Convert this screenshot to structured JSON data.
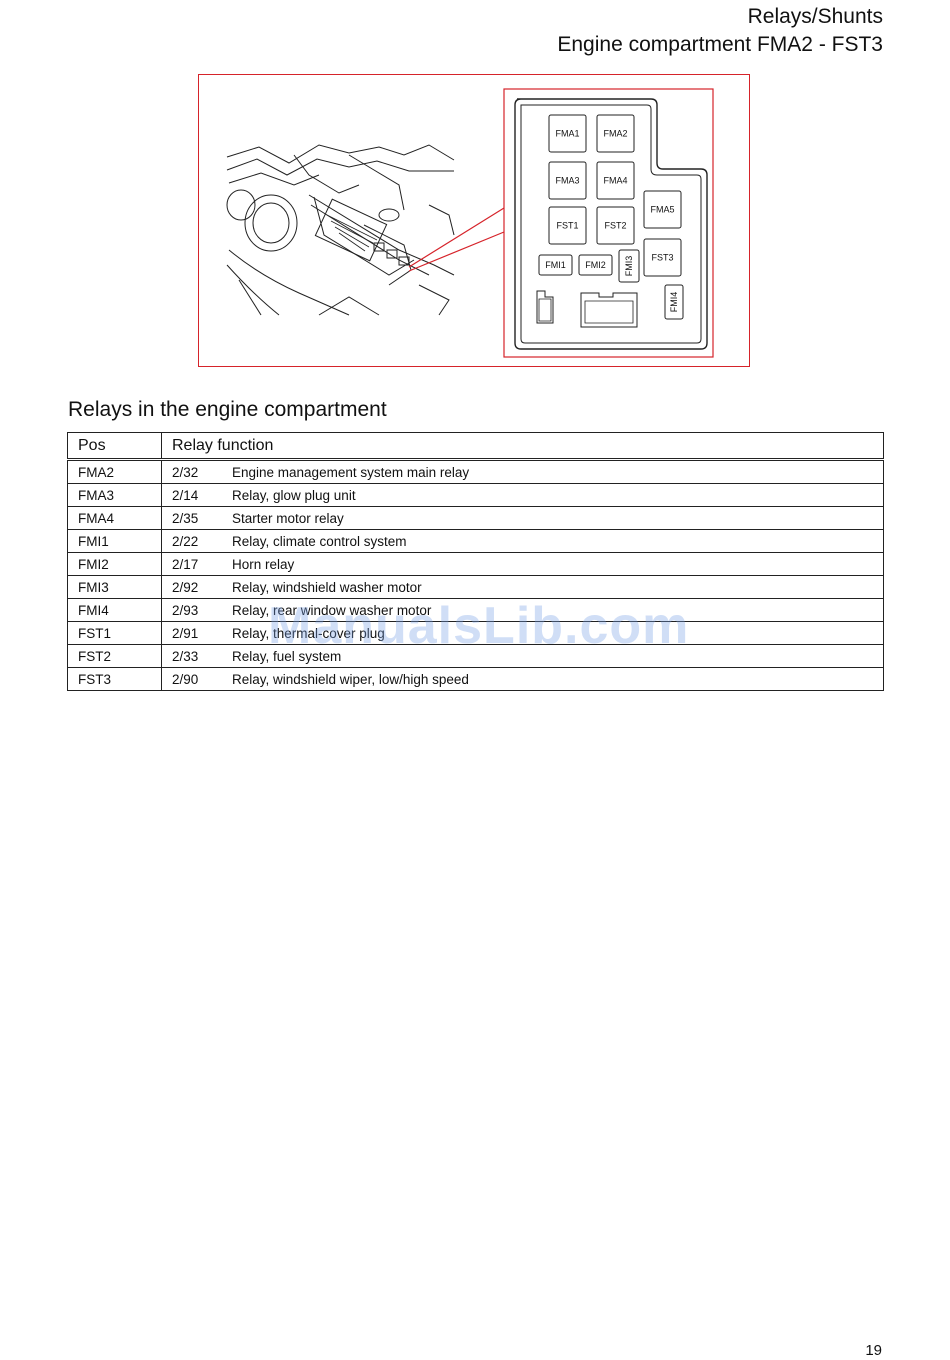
{
  "header": {
    "line1": "Relays/Shunts",
    "line2": "Engine compartment FMA2 - FST3"
  },
  "figure": {
    "slots": [
      "FMA1",
      "FMA2",
      "FMA3",
      "FMA4",
      "FST1",
      "FST2",
      "FMA5",
      "FMI1",
      "FMI2",
      "FMI3",
      "FST3",
      "FMI4"
    ],
    "accent_color": "#d6232a"
  },
  "section_title": "Relays in the engine compartment",
  "table": {
    "headers": [
      "Pos",
      "Relay function"
    ],
    "rows": [
      {
        "pos": "FMA2",
        "code": "2/32",
        "func": "Engine management system main relay"
      },
      {
        "pos": "FMA3",
        "code": "2/14",
        "func": "Relay, glow plug unit"
      },
      {
        "pos": "FMA4",
        "code": "2/35",
        "func": "Starter motor relay"
      },
      {
        "pos": "FMI1",
        "code": "2/22",
        "func": "Relay, climate control system"
      },
      {
        "pos": "FMI2",
        "code": "2/17",
        "func": "Horn relay"
      },
      {
        "pos": "FMI3",
        "code": "2/92",
        "func": "Relay, windshield washer motor"
      },
      {
        "pos": "FMI4",
        "code": "2/93",
        "func": "Relay, rear window washer motor"
      },
      {
        "pos": "FST1",
        "code": "2/91",
        "func": "Relay, thermal-cover plug"
      },
      {
        "pos": "FST2",
        "code": "2/33",
        "func": "Relay, fuel system"
      },
      {
        "pos": "FST3",
        "code": "2/90",
        "func": "Relay, windshield wiper, low/high speed"
      }
    ]
  },
  "watermark": "ManualsLib.com",
  "page_number": "19"
}
